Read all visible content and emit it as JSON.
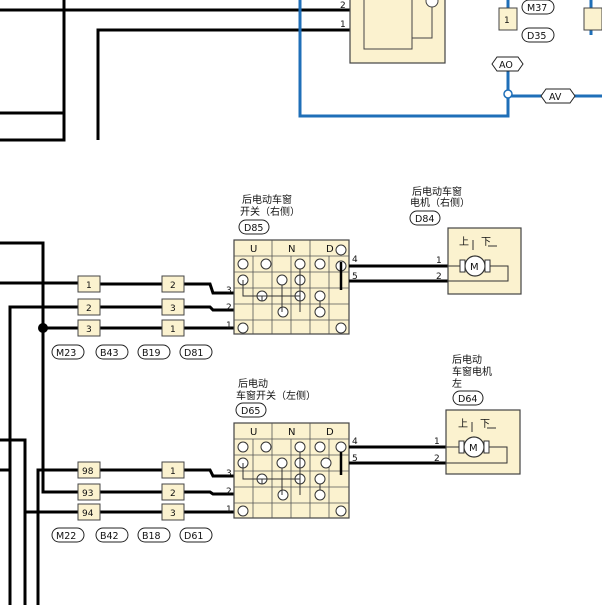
{
  "top": {
    "pins": [
      "2",
      "1"
    ],
    "tags": [
      "M37",
      "D35"
    ],
    "connectors": [
      "AO",
      "AV"
    ],
    "block_pin": "1"
  },
  "right_switch": {
    "title_line1": "后电动车窗",
    "title_line2": "开关（右侧）",
    "code": "D85",
    "headers": [
      "U",
      "N",
      "D"
    ],
    "left_pins": [
      "3",
      "2",
      "1"
    ],
    "right_pins": [
      "4",
      "5"
    ]
  },
  "right_motor": {
    "title_line1": "后电动车窗",
    "title_line2": "电机（右侧）",
    "code": "D84",
    "pins": [
      "1",
      "2"
    ],
    "up_label": "上",
    "down_label": "下",
    "motor_symbol": "M"
  },
  "right_harness": {
    "col1": [
      "1",
      "2",
      "3"
    ],
    "col2": [
      "2",
      "3",
      "1"
    ],
    "tags": [
      "M23",
      "B43",
      "B19",
      "D81"
    ]
  },
  "left_switch": {
    "title_line1": "后电动",
    "title_line2": "车窗开关（左侧）",
    "code": "D65",
    "headers": [
      "U",
      "N",
      "D"
    ],
    "left_pins": [
      "3",
      "2",
      "1"
    ],
    "right_pins": [
      "4",
      "5"
    ]
  },
  "left_motor": {
    "title_line1": "后电动",
    "title_line2": "车窗电机",
    "title_line3": "左",
    "code": "D64",
    "pins": [
      "1",
      "2"
    ],
    "up_label": "上",
    "down_label": "下",
    "motor_symbol": "M"
  },
  "left_harness": {
    "col1": [
      "98",
      "93",
      "94"
    ],
    "col2": [
      "1",
      "2",
      "3"
    ],
    "tags": [
      "M22",
      "B42",
      "B18",
      "D61"
    ]
  },
  "colors": {
    "wire": "#000000",
    "blue_wire": "#1f6fb8",
    "component_fill": "#fbf2cf",
    "component_stroke": "#444444"
  }
}
